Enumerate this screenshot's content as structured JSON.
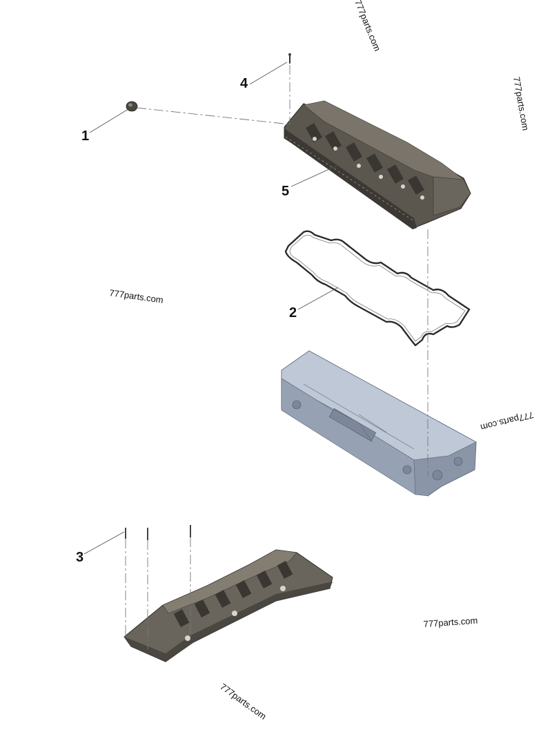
{
  "callouts": {
    "part_1": "1",
    "part_2": "2",
    "part_3": "3",
    "part_4": "4",
    "part_5": "5"
  },
  "watermarks": [
    "777parts.com",
    "777parts.com",
    "777parts.com",
    "777parts.com",
    "777parts.com",
    "777parts.com"
  ],
  "colors": {
    "cover_dark": "#4a4640",
    "cover_mid": "#6e6960",
    "cover_light": "#8c867b",
    "head_blue": "#a9b4c4",
    "head_blue_dark": "#7c8899",
    "gasket": "#2a2a2a"
  }
}
